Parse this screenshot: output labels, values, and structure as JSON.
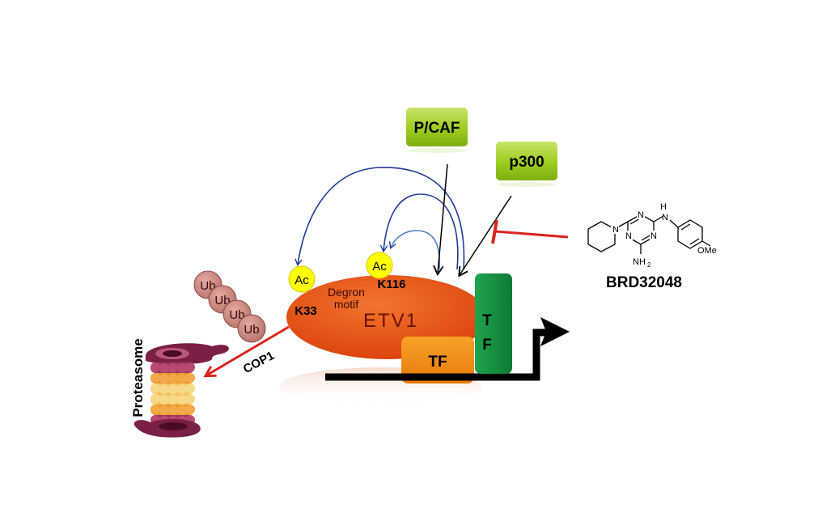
{
  "diagram": {
    "enzymes": {
      "pcaf": "P/CAF",
      "p300": "p300"
    },
    "etv1": {
      "name": "ETV1",
      "degron_line1": "Degron",
      "degron_line2": "motif",
      "ac_label": "Ac",
      "k33": "K33",
      "k116": "K116"
    },
    "transcription_factors": {
      "tf_horizontal": "TF",
      "tf_vertical_1": "T",
      "tf_vertical_2": "F"
    },
    "ubiquitin": {
      "label": "Ub",
      "count": 4
    },
    "cop1": "COP1",
    "proteasome": "Proteasome",
    "inhibitor": {
      "name": "BRD32048",
      "atom_n_top": "N",
      "atom_n_ring1": "N",
      "atom_n_ring2": "N",
      "atom_n_ring3": "N",
      "atom_h": "H",
      "atom_nh2": "NH",
      "atom_nh2_sub": "2",
      "ome": "OMe"
    },
    "colors": {
      "etv1_orange": "#e8500c",
      "tf_orange": "#f28a0e",
      "tf_green": "#128a3c",
      "enzyme_green": "#9ccc1e",
      "ac_yellow": "#ffff00",
      "ub_pink": "#c98a84",
      "arrow_blue": "#1f3a9a",
      "inhibit_red": "#d9231b",
      "proteasome_maroon": "#7a1f45",
      "proteasome_gold": "#f2b23a"
    }
  }
}
